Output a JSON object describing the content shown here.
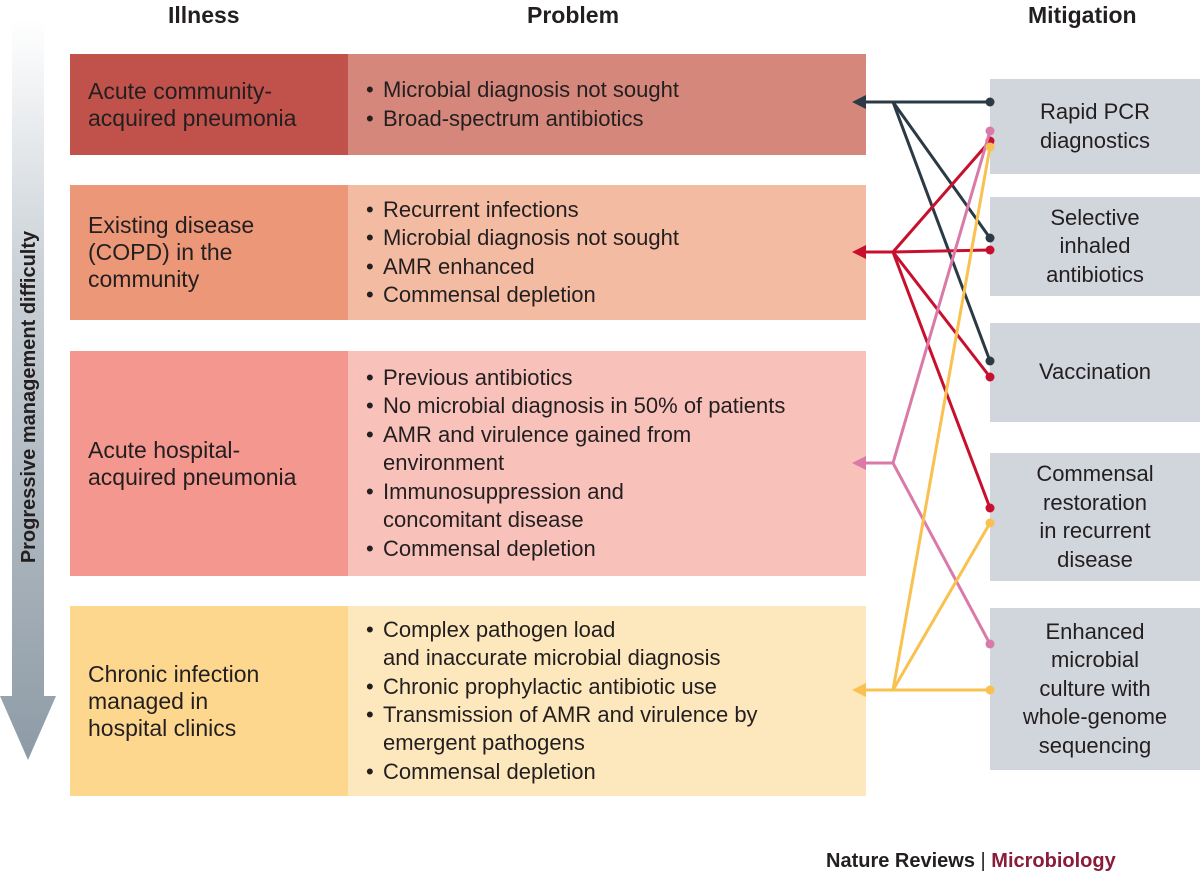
{
  "headers": {
    "illness": "Illness",
    "problem": "Problem",
    "mitigation": "Mitigation"
  },
  "side_label": "Progressive management difficulty",
  "rows": [
    {
      "illness": "Acute community-\nacquired pneumonia",
      "problems": [
        "Microbial diagnosis not sought",
        "Broad-spectrum antibiotics"
      ],
      "illness_color": "#c1524b",
      "problem_color": "#d5877b"
    },
    {
      "illness": "Existing disease\n(COPD) in the\ncommunity",
      "problems": [
        "Recurrent infections",
        "Microbial diagnosis not sought",
        "AMR enhanced",
        "Commensal depletion"
      ],
      "illness_color": "#ec9778",
      "problem_color": "#f4bba3"
    },
    {
      "illness": "Acute hospital-\nacquired pneumonia",
      "problems": [
        "Previous antibiotics",
        "No microbial diagnosis in 50% of patients",
        "AMR and virulence gained from\nenvironment",
        "Immunosuppression and\nconcomitant disease",
        "Commensal depletion"
      ],
      "illness_color": "#f3978f",
      "problem_color": "#f8c1ba"
    },
    {
      "illness": "Chronic infection\nmanaged in\nhospital clinics",
      "problems": [
        "Complex pathogen load\nand inaccurate microbial diagnosis",
        "Chronic prophylactic antibiotic use",
        "Transmission of AMR and virulence by\nemergent pathogens",
        "Commensal depletion"
      ],
      "illness_color": "#fdd78e",
      "problem_color": "#fde7bd"
    }
  ],
  "mitigations": [
    "Rapid PCR\ndiagnostics",
    "Selective\ninhaled\nantibiotics",
    "Vaccination",
    "Commensal\nrestoration\nin recurrent\ndisease",
    "Enhanced\nmicrobial\nculture with\nwhole-genome\nsequencing"
  ],
  "line_colors": {
    "row1": "#2b3a45",
    "row2": "#c8102e",
    "row3": "#d97aa8",
    "row4": "#f9c14f"
  },
  "footer": {
    "publisher": "Nature Reviews",
    "separator": "|",
    "journal": "Microbiology"
  }
}
